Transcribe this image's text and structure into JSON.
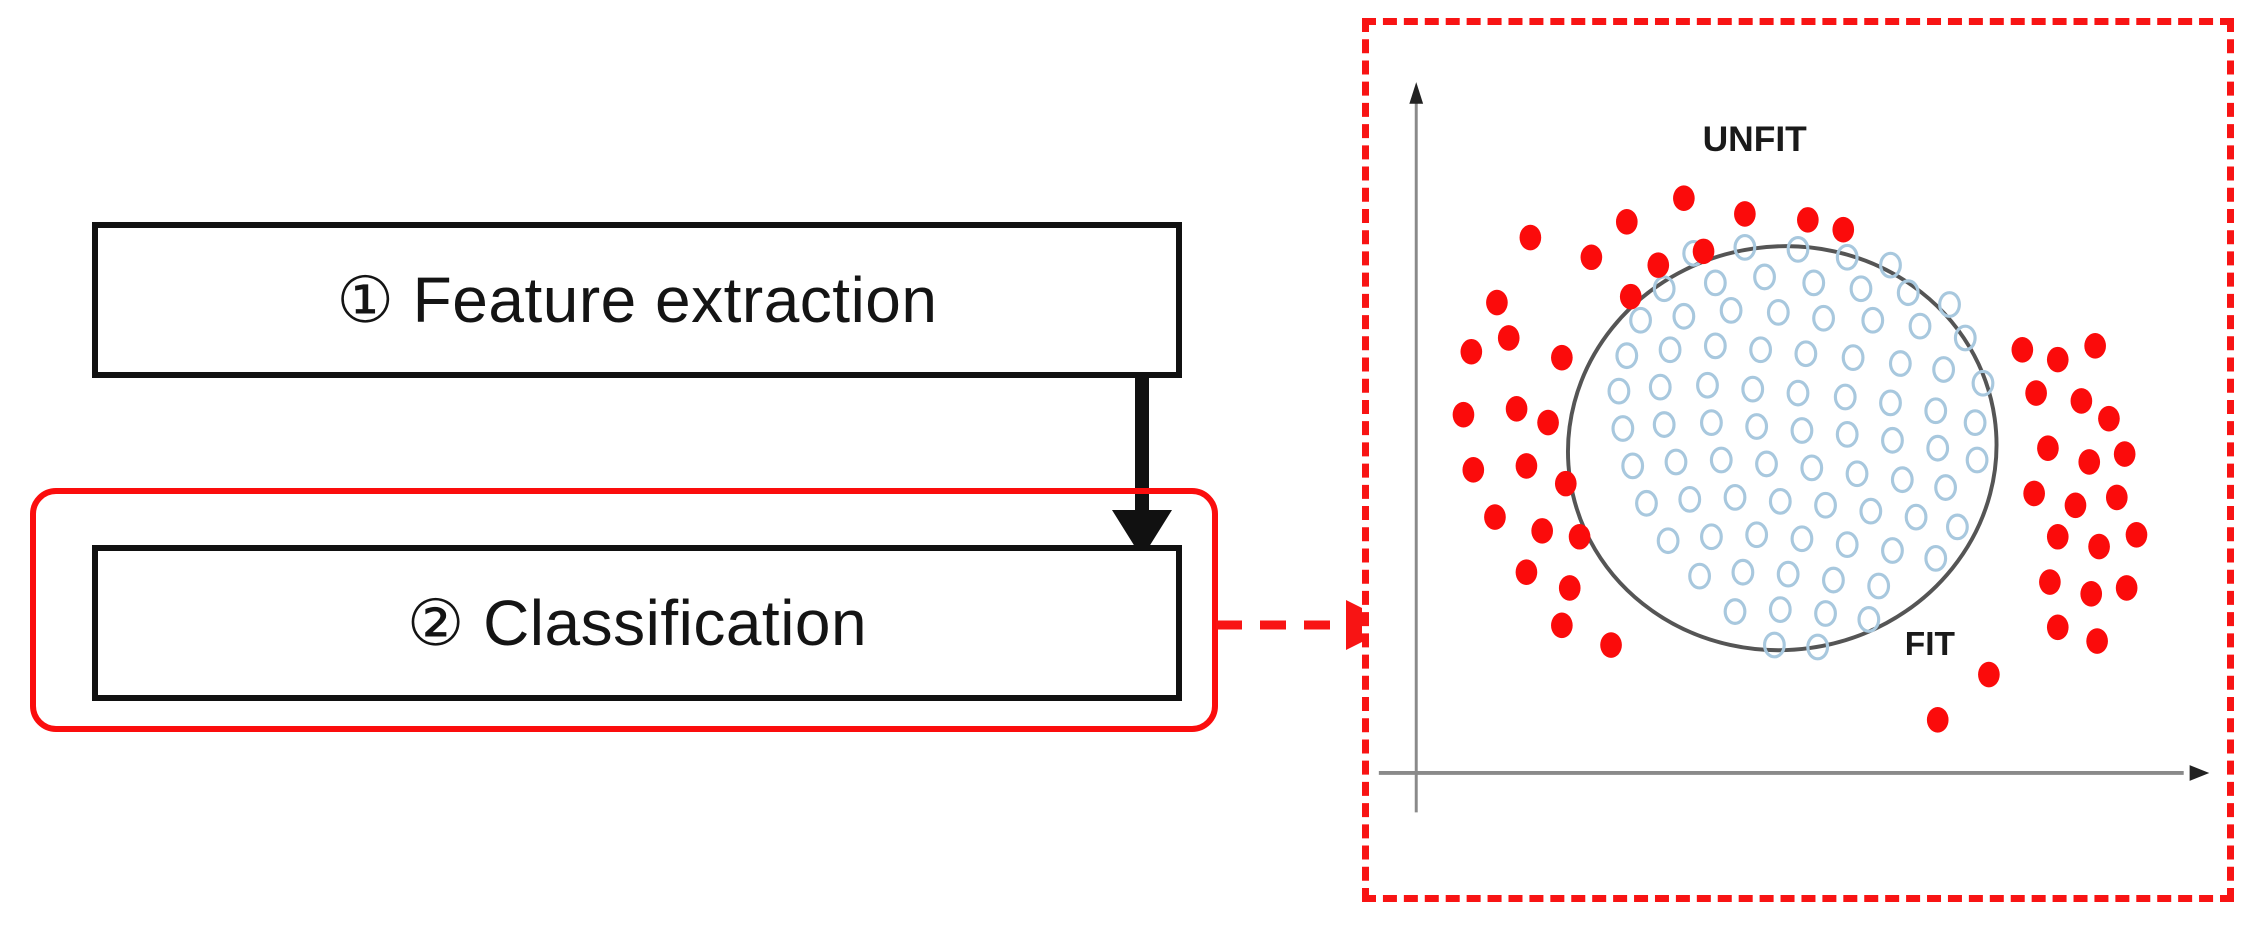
{
  "diagram": {
    "title": "Feature extraction and classification pipeline",
    "pipeline": {
      "steps": [
        {
          "marker": "①",
          "label": "① Feature extraction",
          "text": "Feature extraction",
          "highlighted": false
        },
        {
          "marker": "②",
          "label": "② Classification",
          "text": "Classification",
          "highlighted": true
        }
      ],
      "flow_arrow": "down-arrow",
      "connector_arrow": "dashed-right-arrow"
    },
    "colors": {
      "highlight_red": "#fb0d0d",
      "dashed_red": "#f81414",
      "dot_red": "#fb0b0b",
      "circle_blue": "#a8c8de",
      "box_black": "#111111",
      "axis_gray": "#8a8a8a",
      "ellipse_gray": "#555555"
    }
  },
  "chart_data": {
    "type": "scatter",
    "title": "",
    "xlabel": "",
    "ylabel": "",
    "grid": false,
    "legend": "inline-annotations",
    "annotations": [
      {
        "text": "UNFIT",
        "x": 392,
        "y": 128
      },
      {
        "text": "FIT",
        "x": 570,
        "y": 640
      }
    ],
    "axes": {
      "y_axis": {
        "x": 48,
        "y_top": 62,
        "y_bottom": 800,
        "arrow": "up"
      },
      "x_axis": {
        "y": 760,
        "x_left": 10,
        "x_right": 840,
        "arrow": "right"
      }
    },
    "decision_boundary": {
      "shape": "ellipse",
      "cx": 420,
      "cy": 430,
      "rx": 218,
      "ry": 205,
      "rotation": -8,
      "stroke": "#555555"
    },
    "series": [
      {
        "name": "FIT",
        "marker": "open-circle",
        "color": "#a8c8de",
        "points": [
          [
            330,
            232
          ],
          [
            382,
            226
          ],
          [
            436,
            228
          ],
          [
            486,
            236
          ],
          [
            530,
            244
          ],
          [
            300,
            268
          ],
          [
            352,
            262
          ],
          [
            402,
            256
          ],
          [
            452,
            262
          ],
          [
            500,
            268
          ],
          [
            548,
            272
          ],
          [
            590,
            284
          ],
          [
            276,
            300
          ],
          [
            320,
            296
          ],
          [
            368,
            290
          ],
          [
            416,
            292
          ],
          [
            462,
            298
          ],
          [
            512,
            300
          ],
          [
            560,
            306
          ],
          [
            606,
            318
          ],
          [
            262,
            336
          ],
          [
            306,
            330
          ],
          [
            352,
            326
          ],
          [
            398,
            330
          ],
          [
            444,
            334
          ],
          [
            492,
            338
          ],
          [
            540,
            344
          ],
          [
            584,
            350
          ],
          [
            624,
            364
          ],
          [
            254,
            372
          ],
          [
            296,
            368
          ],
          [
            344,
            366
          ],
          [
            390,
            370
          ],
          [
            436,
            374
          ],
          [
            484,
            378
          ],
          [
            530,
            384
          ],
          [
            576,
            392
          ],
          [
            616,
            404
          ],
          [
            258,
            410
          ],
          [
            300,
            406
          ],
          [
            348,
            404
          ],
          [
            394,
            408
          ],
          [
            440,
            412
          ],
          [
            486,
            416
          ],
          [
            532,
            422
          ],
          [
            578,
            430
          ],
          [
            618,
            442
          ],
          [
            268,
            448
          ],
          [
            312,
            444
          ],
          [
            358,
            442
          ],
          [
            404,
            446
          ],
          [
            450,
            450
          ],
          [
            496,
            456
          ],
          [
            542,
            462
          ],
          [
            586,
            470
          ],
          [
            282,
            486
          ],
          [
            326,
            482
          ],
          [
            372,
            480
          ],
          [
            418,
            484
          ],
          [
            464,
            488
          ],
          [
            510,
            494
          ],
          [
            556,
            500
          ],
          [
            598,
            510
          ],
          [
            304,
            524
          ],
          [
            348,
            520
          ],
          [
            394,
            518
          ],
          [
            440,
            522
          ],
          [
            486,
            528
          ],
          [
            532,
            534
          ],
          [
            576,
            542
          ],
          [
            336,
            560
          ],
          [
            380,
            556
          ],
          [
            426,
            558
          ],
          [
            472,
            564
          ],
          [
            518,
            570
          ],
          [
            372,
            596
          ],
          [
            418,
            594
          ],
          [
            464,
            598
          ],
          [
            508,
            604
          ],
          [
            412,
            630
          ],
          [
            456,
            632
          ]
        ]
      },
      {
        "name": "UNFIT",
        "marker": "filled-circle",
        "color": "#fb0b0b",
        "points": [
          [
            262,
            200
          ],
          [
            320,
            176
          ],
          [
            382,
            192
          ],
          [
            446,
            198
          ],
          [
            482,
            208
          ],
          [
            164,
            216
          ],
          [
            226,
            236
          ],
          [
            294,
            244
          ],
          [
            340,
            230
          ],
          [
            266,
            276
          ],
          [
            130,
            282
          ],
          [
            104,
            332
          ],
          [
            142,
            318
          ],
          [
            196,
            338
          ],
          [
            96,
            396
          ],
          [
            150,
            390
          ],
          [
            182,
            404
          ],
          [
            106,
            452
          ],
          [
            160,
            448
          ],
          [
            200,
            466
          ],
          [
            128,
            500
          ],
          [
            176,
            514
          ],
          [
            214,
            520
          ],
          [
            160,
            556
          ],
          [
            204,
            572
          ],
          [
            196,
            610
          ],
          [
            246,
            630
          ],
          [
            664,
            330
          ],
          [
            700,
            340
          ],
          [
            738,
            326
          ],
          [
            678,
            374
          ],
          [
            724,
            382
          ],
          [
            752,
            400
          ],
          [
            690,
            430
          ],
          [
            732,
            444
          ],
          [
            768,
            436
          ],
          [
            676,
            476
          ],
          [
            718,
            488
          ],
          [
            760,
            480
          ],
          [
            700,
            520
          ],
          [
            742,
            530
          ],
          [
            780,
            518
          ],
          [
            692,
            566
          ],
          [
            734,
            578
          ],
          [
            770,
            572
          ],
          [
            700,
            612
          ],
          [
            740,
            626
          ],
          [
            630,
            660
          ],
          [
            578,
            706
          ]
        ]
      }
    ]
  }
}
